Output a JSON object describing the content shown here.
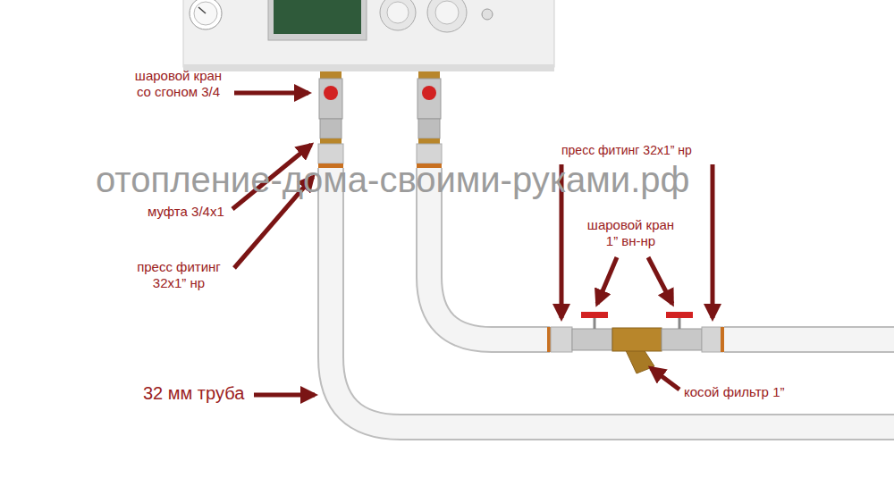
{
  "diagram": {
    "labels": [
      "шаровой кран со сгоном 3/4",
      "пресс фитинг 32x1” нр",
      "отопление-дома-своими-руками.рф",
      "муфта 3/4x1",
      "шаровой кран 1” вн-нр",
      "пресс фитинг 32x1” нр",
      "32 мм труба",
      "косой фильтр 1”"
    ]
  }
}
